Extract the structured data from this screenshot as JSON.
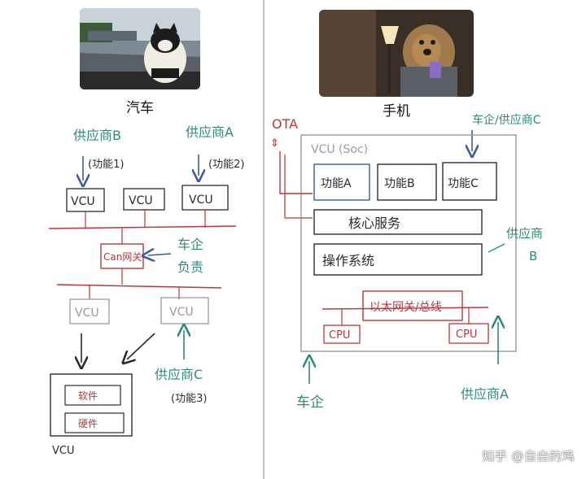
{
  "left": {
    "caption": "汽车",
    "supplier_b": "供应商B",
    "supplier_b_func": "(功能1)",
    "supplier_a": "供应商A",
    "supplier_a_func": "(功能2)",
    "ecu_top": [
      "VCU",
      "VCU",
      "VCU"
    ],
    "gateway": "Can网关",
    "oem": [
      "车企",
      "负责"
    ],
    "ecu_bottom": [
      "VCU",
      "VCU"
    ],
    "supplier_c": "供应商C",
    "supplier_c_func": "(功能3)",
    "detail_software": "软件",
    "detail_hardware": "硬件",
    "detail_label": "VCU"
  },
  "right": {
    "caption": "手机",
    "ota": "OTA",
    "supplier_top": "车企/供应商C",
    "soc": "VCU (Soc)",
    "functions": [
      "功能A",
      "功能B",
      "功能C"
    ],
    "core": "核心服务",
    "os": "操作系统",
    "supplier_b": [
      "供应商",
      "B"
    ],
    "ethernet": "以太网关/总线",
    "cpus": [
      "CPU",
      "CPU"
    ],
    "oem": "车企",
    "supplier_a": "供应商A"
  },
  "watermark": "知乎 @自由的鸡",
  "colors": {
    "blue": "#3b5aa0",
    "teal": "#2f8a7a",
    "red": "#b8373a",
    "gray": "#9a9a9a",
    "dark": "#2b2b2b"
  }
}
